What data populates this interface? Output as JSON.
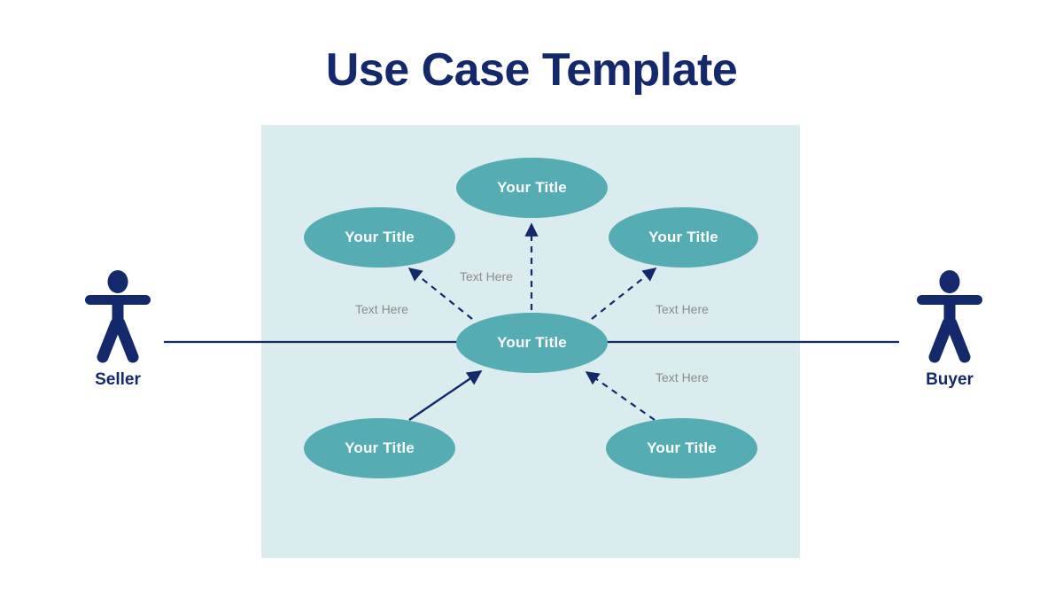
{
  "slide": {
    "title": "Use Case Template",
    "background": "#ffffff"
  },
  "colors": {
    "navy": "#13296b",
    "teal": "#55adb3",
    "panel_background": "#daecee",
    "label_gray": "#8c8c8c",
    "ellipse_text": "#ffffff"
  },
  "diagram": {
    "panel": {
      "background": "#daecee"
    },
    "use_cases": [
      {
        "id": "top",
        "label": "Your Title"
      },
      {
        "id": "left",
        "label": "Your Title"
      },
      {
        "id": "right",
        "label": "Your Title"
      },
      {
        "id": "center",
        "label": "Your Title"
      },
      {
        "id": "bottom-left",
        "label": "Your Title"
      },
      {
        "id": "bottom-right",
        "label": "Your Title"
      }
    ],
    "connector_labels": [
      {
        "id": "label-left-upper",
        "text": "Text Here"
      },
      {
        "id": "label-top",
        "text": "Text Here"
      },
      {
        "id": "label-right-upper",
        "text": "Text Here"
      },
      {
        "id": "label-bottom-right",
        "text": "Text Here"
      }
    ],
    "connectors": [
      {
        "id": "center-to-left",
        "style": "dashed",
        "arrow": "to-left-ellipse"
      },
      {
        "id": "center-to-top",
        "style": "dashed",
        "arrow": "to-top-ellipse"
      },
      {
        "id": "center-to-right",
        "style": "dashed",
        "arrow": "to-right-ellipse"
      },
      {
        "id": "bottom-left-to-center",
        "style": "solid",
        "arrow": "to-center-ellipse"
      },
      {
        "id": "bottom-right-to-center",
        "style": "dashed",
        "arrow": "to-center-ellipse"
      },
      {
        "id": "seller-to-buyer-line",
        "style": "solid",
        "arrow": "none"
      }
    ]
  },
  "actors": [
    {
      "id": "seller",
      "label": "Seller"
    },
    {
      "id": "buyer",
      "label": "Buyer"
    }
  ]
}
